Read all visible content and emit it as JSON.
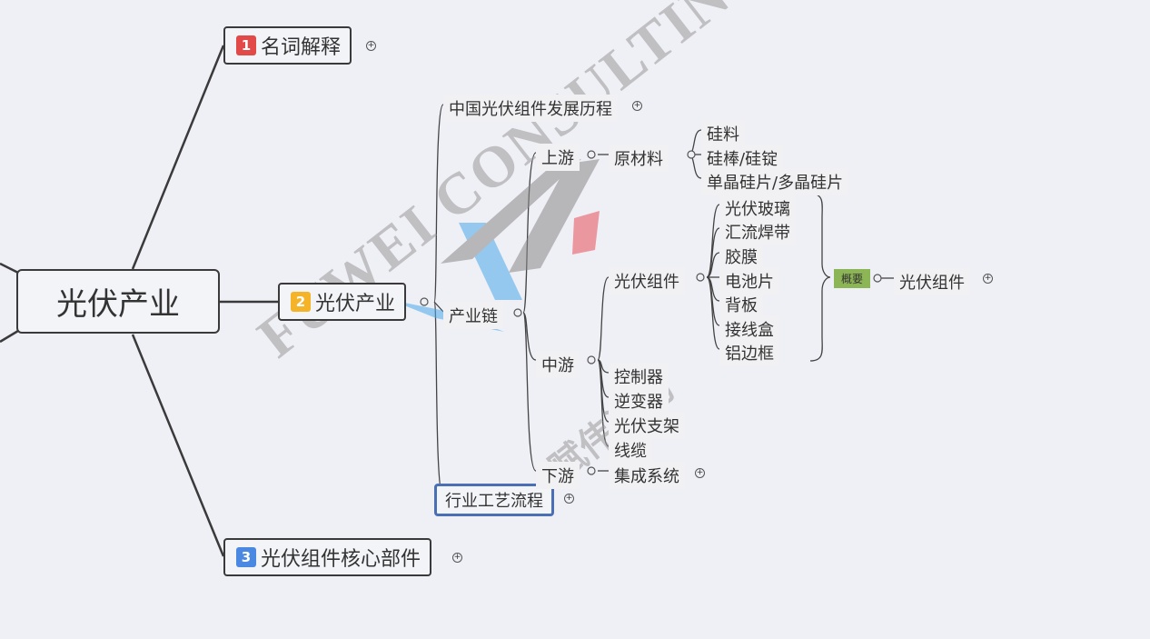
{
  "watermark": {
    "text": "FUWEI CONSULTING",
    "cn_text": "赋伟咨询",
    "color": "#9a9a9a",
    "accent_blue": "#4aa8ea",
    "accent_red": "#e8505b"
  },
  "mindmap": {
    "root": "光伏产业",
    "topics": [
      {
        "badge": "1",
        "label": "名词解释"
      },
      {
        "badge": "2",
        "label": "光伏产业"
      },
      {
        "badge": "3",
        "label": "光伏组件核心部件"
      }
    ],
    "level2": {
      "history": "中国光伏组件发展历程",
      "chain": "产业链",
      "process": "行业工艺流程"
    },
    "chain": {
      "upstream": "上游",
      "midstream": "中游",
      "downstream": "下游"
    },
    "upstream": {
      "label": "原材料",
      "items": [
        "硅料",
        "硅棒/硅锭",
        "单晶硅片/多晶硅片"
      ]
    },
    "midstream": {
      "module": "光伏组件",
      "module_parts": [
        "光伏玻璃",
        "汇流焊带",
        "胶膜",
        "电池片",
        "背板",
        "接线盒",
        "铝边框"
      ],
      "others": [
        "控制器",
        "逆变器",
        "光伏支架",
        "线缆"
      ]
    },
    "downstream": {
      "label": "集成系统"
    },
    "summary": {
      "tag": "概要",
      "label": "光伏组件"
    }
  },
  "colors": {
    "background": "#eff0f6",
    "line": "#3a3a3a",
    "selected_border": "#4a6fb4",
    "summary_tag": "#8cb556"
  }
}
